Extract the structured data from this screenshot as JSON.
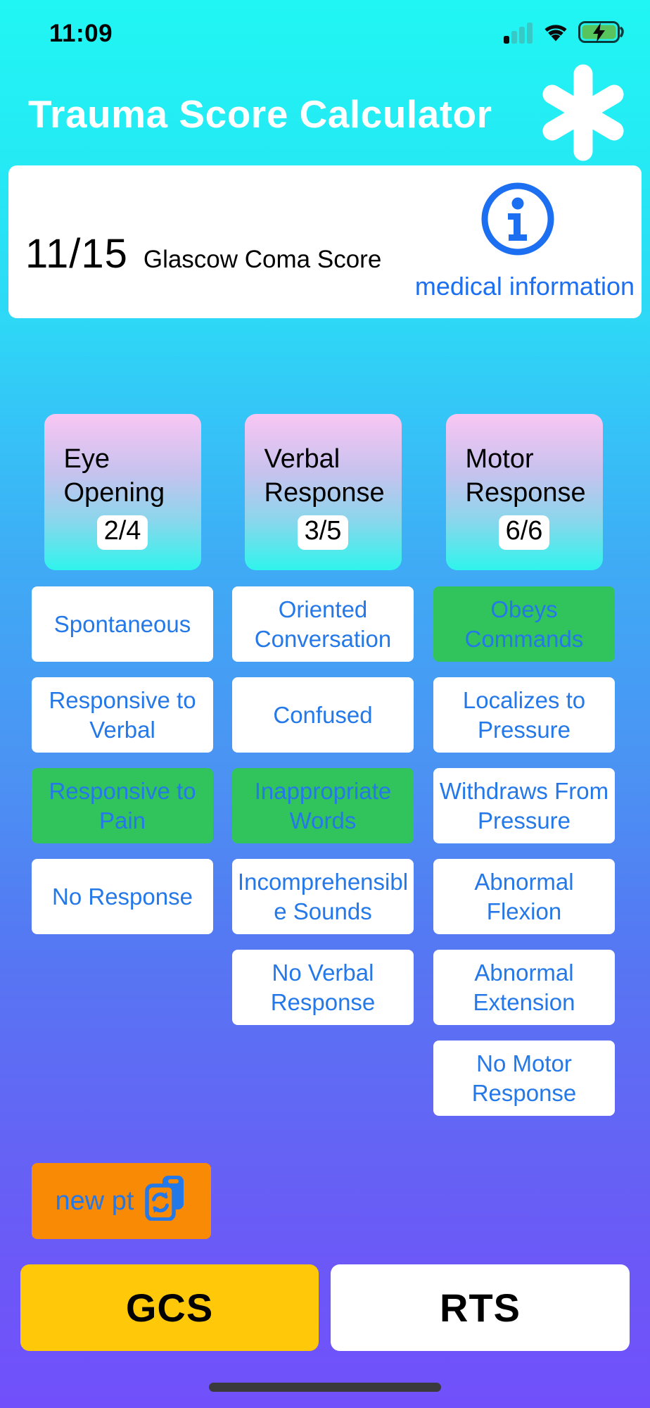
{
  "status_bar": {
    "time": "11:09",
    "signal_icon": "cellular-signal",
    "wifi_icon": "wifi",
    "battery_icon": "battery-charging"
  },
  "header": {
    "title": "Trauma Score Calculator",
    "icon": "asterisk"
  },
  "score_card": {
    "score": "11/15",
    "label": "Glascow Coma Score",
    "info_icon": "info-circle",
    "link": "medical information"
  },
  "categories": [
    {
      "name": "Eye Opening",
      "score": "2/4",
      "options": [
        {
          "label": "Spontaneous",
          "selected": false
        },
        {
          "label": "Responsive to Verbal",
          "selected": false
        },
        {
          "label": "Responsive to Pain",
          "selected": true
        },
        {
          "label": "No Response",
          "selected": false
        }
      ]
    },
    {
      "name": "Verbal Response",
      "score": "3/5",
      "options": [
        {
          "label": "Oriented Conversation",
          "selected": false
        },
        {
          "label": "Confused",
          "selected": false
        },
        {
          "label": "Inappropriate Words",
          "selected": true
        },
        {
          "label": "Incomprehensible Sounds",
          "selected": false
        },
        {
          "label": "No Verbal Response",
          "selected": false
        }
      ]
    },
    {
      "name": "Motor Response",
      "score": "6/6",
      "options": [
        {
          "label": "Obeys Commands",
          "selected": true
        },
        {
          "label": "Localizes to Pressure",
          "selected": false
        },
        {
          "label": "Withdraws From Pressure",
          "selected": false
        },
        {
          "label": "Abnormal Flexion",
          "selected": false
        },
        {
          "label": "Abnormal Extension",
          "selected": false
        },
        {
          "label": "No Motor Response",
          "selected": false
        }
      ]
    }
  ],
  "footer": {
    "new_patient_label": "new pt",
    "copy_icon": "duplicate-refresh",
    "gcs_label": "GCS",
    "rts_label": "RTS"
  },
  "colors": {
    "accent_blue": "#2478E8",
    "selected_green": "#32C45C",
    "new_pt_orange": "#F98A06",
    "gcs_yellow": "#FFC90A",
    "link_blue": "#1D6FF2"
  }
}
